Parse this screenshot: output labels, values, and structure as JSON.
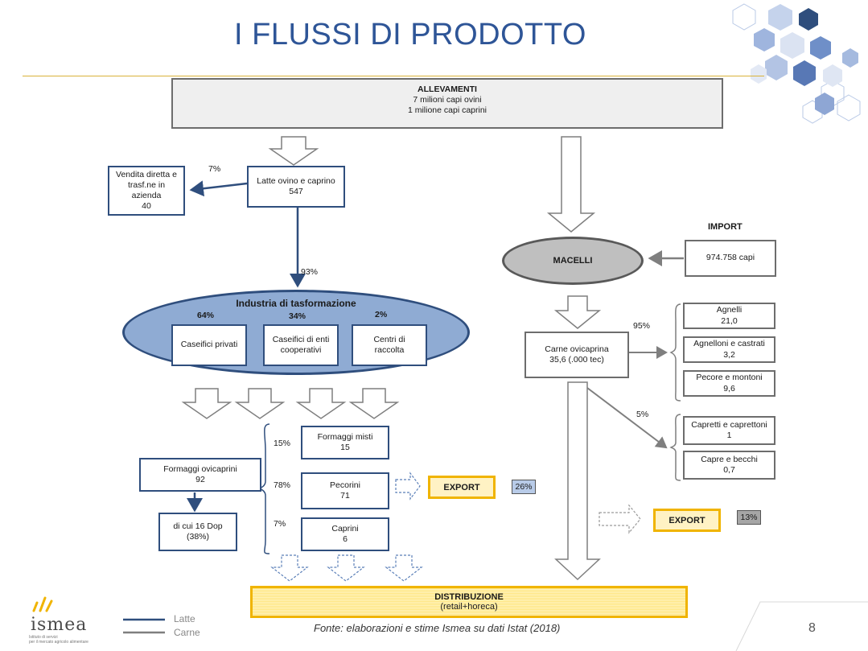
{
  "title": "I FLUSSI DI PRODOTTO",
  "allevamenti": {
    "title": "ALLEVAMENTI",
    "line1": "7 milioni capi ovini",
    "line2": "1 milione capi caprini"
  },
  "latte": {
    "label": "Latte ovino e caprino",
    "value": "547"
  },
  "vendita": {
    "line1": "Vendita diretta e",
    "line2": "trasf.ne in",
    "line3": "azienda",
    "value": "40",
    "pct": "7%"
  },
  "pct_93": "93%",
  "industria": {
    "title": "Industria di tasformazione",
    "privati": {
      "pct": "64%",
      "label": "Caseifici privati"
    },
    "cooperativi": {
      "pct": "34%",
      "line1": "Caseifici di enti",
      "line2": "cooperativi"
    },
    "raccolta": {
      "pct": "2%",
      "line1": "Centri di",
      "line2": "raccolta"
    }
  },
  "formaggi_ovicaprini": {
    "label": "Formaggi ovicaprini",
    "value": "92"
  },
  "dop": {
    "label": "di cui 16 Dop",
    "value": "(38%)"
  },
  "formaggi_misti": {
    "pct": "15%",
    "label": "Formaggi misti",
    "value": "15"
  },
  "pecorini": {
    "pct": "78%",
    "label": "Pecorini",
    "value": "71"
  },
  "caprini": {
    "pct": "7%",
    "label": "Caprini",
    "value": "6"
  },
  "export_latte": {
    "label": "EXPORT",
    "pct": "26%"
  },
  "import": {
    "title": "IMPORT",
    "value": "974.758 capi"
  },
  "macelli": "MACELLI",
  "carne": {
    "label": "Carne ovicaprina",
    "value": "35,6 (.000 tec)"
  },
  "pct_95": "95%",
  "pct_5": "5%",
  "agnelli": {
    "label": "Agnelli",
    "value": "21,0"
  },
  "agnelloni": {
    "label": "Agnelloni e castrati",
    "value": "3,2"
  },
  "pecore": {
    "label": "Pecore e montoni",
    "value": "9,6"
  },
  "capretti": {
    "label": "Capretti e caprettoni",
    "value": "1"
  },
  "capre": {
    "label": "Capre e becchi",
    "value": "0,7"
  },
  "export_carne": {
    "label": "EXPORT",
    "pct": "13%"
  },
  "distribuzione": {
    "title": "DISTRIBUZIONE",
    "sub": "(retail+horeca)"
  },
  "legend": {
    "latte": "Latte",
    "carne": "Carne"
  },
  "fonte": "Fonte: elaborazioni e stime Ismea su dati Istat (2018)",
  "page_number": "8",
  "logo": {
    "name": "ismea",
    "sub_line1": "Istituto di servizi",
    "sub_line2": "per il mercato agricolo alimentare"
  },
  "colors": {
    "latte": "#2f4e7d",
    "carne": "#7f7f7f",
    "export": "#f0b400",
    "title": "#2e5597"
  }
}
